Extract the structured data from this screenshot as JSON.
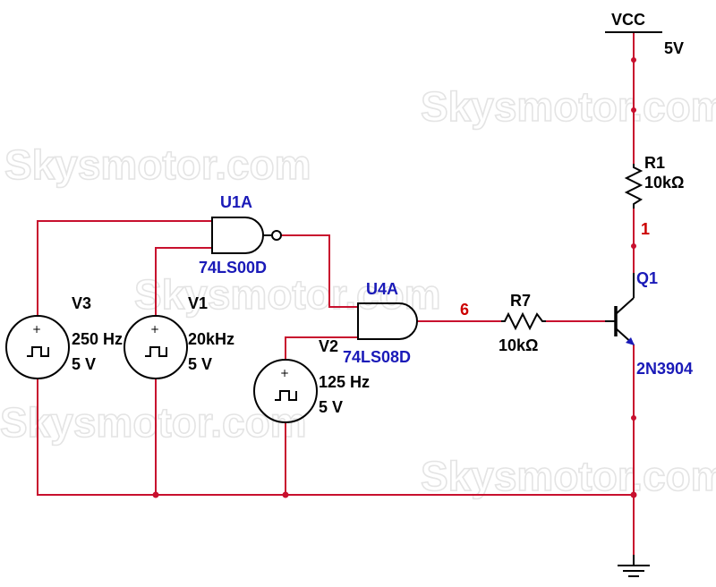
{
  "watermarks": [
    "Skysmotor.com",
    "Skysmotor.com",
    "Skysmotor.com",
    "Skysmotor.com",
    "Skysmotor.com"
  ],
  "power": {
    "name": "VCC",
    "voltage": "5V"
  },
  "resistors": [
    {
      "ref": "R1",
      "value": "10kΩ"
    },
    {
      "ref": "R7",
      "value": "10kΩ"
    }
  ],
  "transistor": {
    "ref": "Q1",
    "model": "2N3904"
  },
  "gates": [
    {
      "ref": "U1A",
      "model": "74LS00D",
      "type": "NAND"
    },
    {
      "ref": "U4A",
      "model": "74LS08D",
      "type": "AND"
    }
  ],
  "sources": [
    {
      "ref": "V3",
      "frequency": "250 Hz",
      "amplitude": "5 V"
    },
    {
      "ref": "V1",
      "frequency": "20kHz",
      "amplitude": "5 V"
    },
    {
      "ref": "V2",
      "frequency": "125 Hz",
      "amplitude": "5 V"
    }
  ],
  "nets": [
    "1",
    "6"
  ],
  "colors": {
    "wire": "#c8102e",
    "component_label": "#1a1ab8",
    "net_label": "#cc0000",
    "symbol": "#000000"
  }
}
